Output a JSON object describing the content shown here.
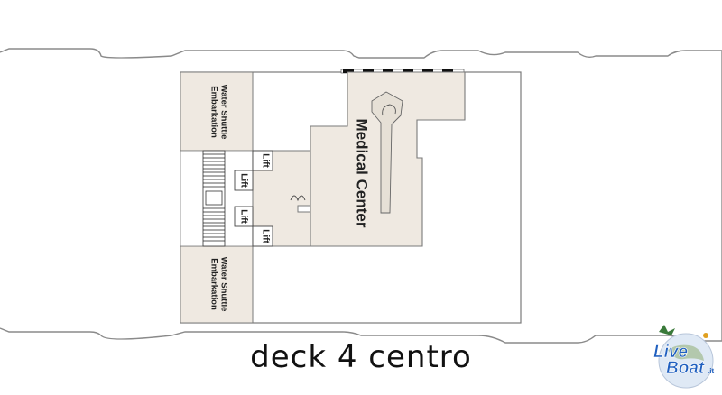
{
  "diagram": {
    "caption": "deck 4 centro",
    "rooms": {
      "water_shuttle_top": [
        "Water Shuttle",
        "Embarkation"
      ],
      "water_shuttle_bottom": [
        "Water Shuttle",
        "Embarkation"
      ],
      "medical_center": "Medical Center"
    },
    "lifts": [
      "Lift",
      "Lift",
      "Lift",
      "Lift"
    ]
  },
  "logo": {
    "line1": "Live",
    "line2": "Boat",
    "suffix": ".it"
  },
  "colors": {
    "room_fill": "#efe9e1",
    "outline": "#6f6f6f",
    "logo_blue": "#1f5fbf"
  }
}
